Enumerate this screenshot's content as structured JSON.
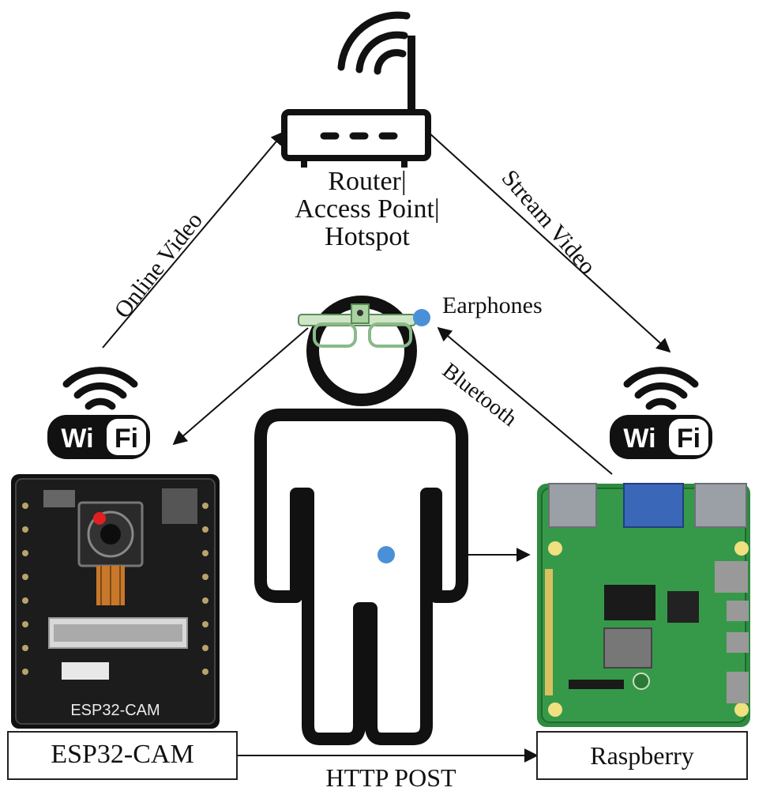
{
  "router": {
    "label_line1": "Router|",
    "label_line2": "Access Point|",
    "label_line3": "Hotspot"
  },
  "edges": {
    "online_video": "Online Video",
    "stream_video": "Stream Video",
    "bluetooth": "Bluetooth",
    "http_post": "HTTP POST"
  },
  "earphones": {
    "label": "Earphones",
    "color": "#4a90d9"
  },
  "wifi": {
    "left_text_a": "Wi",
    "left_text_b": "Fi",
    "right_text_a": "Wi",
    "right_text_b": "Fi"
  },
  "esp32": {
    "board_print": "ESP32-CAM",
    "box_label": "ESP32-CAM"
  },
  "raspberry": {
    "box_label": "Raspberry",
    "board_color": "#2e8b3f"
  },
  "colors": {
    "sensor_dot": "#4a90d9",
    "line": "#111111"
  }
}
